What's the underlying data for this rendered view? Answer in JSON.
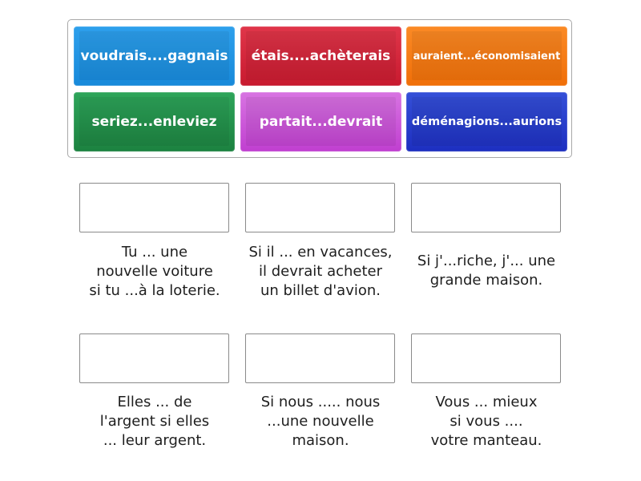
{
  "tiles": [
    {
      "label": "voudrais....gagnais",
      "color": "#1a8fe0"
    },
    {
      "label": "étais....achèterais",
      "color": "#d41f35"
    },
    {
      "label": "auraient...économisaient",
      "color": "#f5790e"
    },
    {
      "label": "seriez...enleviez",
      "color": "#1f8a45"
    },
    {
      "label": "partait...devrait",
      "color": "#c64fd6"
    },
    {
      "label": "déménagions...aurions",
      "color": "#2136c6"
    }
  ],
  "questions": [
    {
      "line1": "Tu ... une",
      "line2": "nouvelle voiture",
      "line3": "si tu ...à la loterie."
    },
    {
      "line1": "Si il ... en vacances,",
      "line2": "il devrait acheter",
      "line3": "un billet d'avion."
    },
    {
      "line1": "Si j'...riche, j'... une",
      "line2": "grande maison.",
      "line3": ""
    },
    {
      "line1": "Elles ... de",
      "line2": "l'argent si elles",
      "line3": "... leur argent."
    },
    {
      "line1": "Si nous ..... nous",
      "line2": "...une nouvelle",
      "line3": "maison."
    },
    {
      "line1": "Vous ... mieux",
      "line2": "si vous ....",
      "line3": "votre manteau."
    }
  ]
}
